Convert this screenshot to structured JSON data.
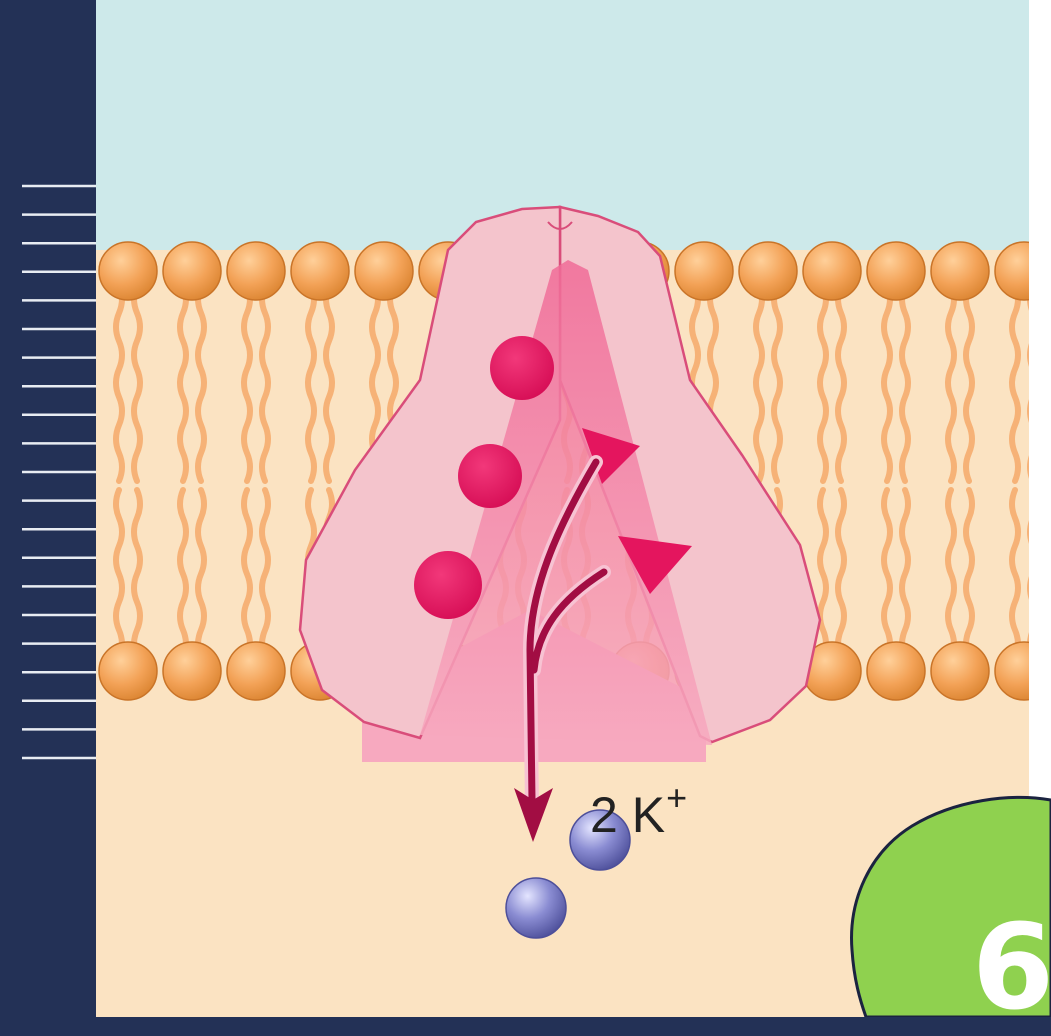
{
  "ion": {
    "count": "2",
    "symbol": "K",
    "charge": "+"
  },
  "step": {
    "number": "6"
  },
  "colors": {
    "sidebar": "#233156",
    "extracellular": "#cde9ea",
    "cytoplasm": "#fbe3c2",
    "lipid_head": "#f3a257",
    "lipid_tail": "#f6b277",
    "protein": "#f4c4cc",
    "binding_site": "#e4155e",
    "arrow": "#a20d43",
    "potassium": "#8a8cd2",
    "badge": "#8fd14f"
  },
  "icons": [
    "sodium-binding-site-icon",
    "potassium-binding-site-icon",
    "potassium-ion-icon"
  ]
}
